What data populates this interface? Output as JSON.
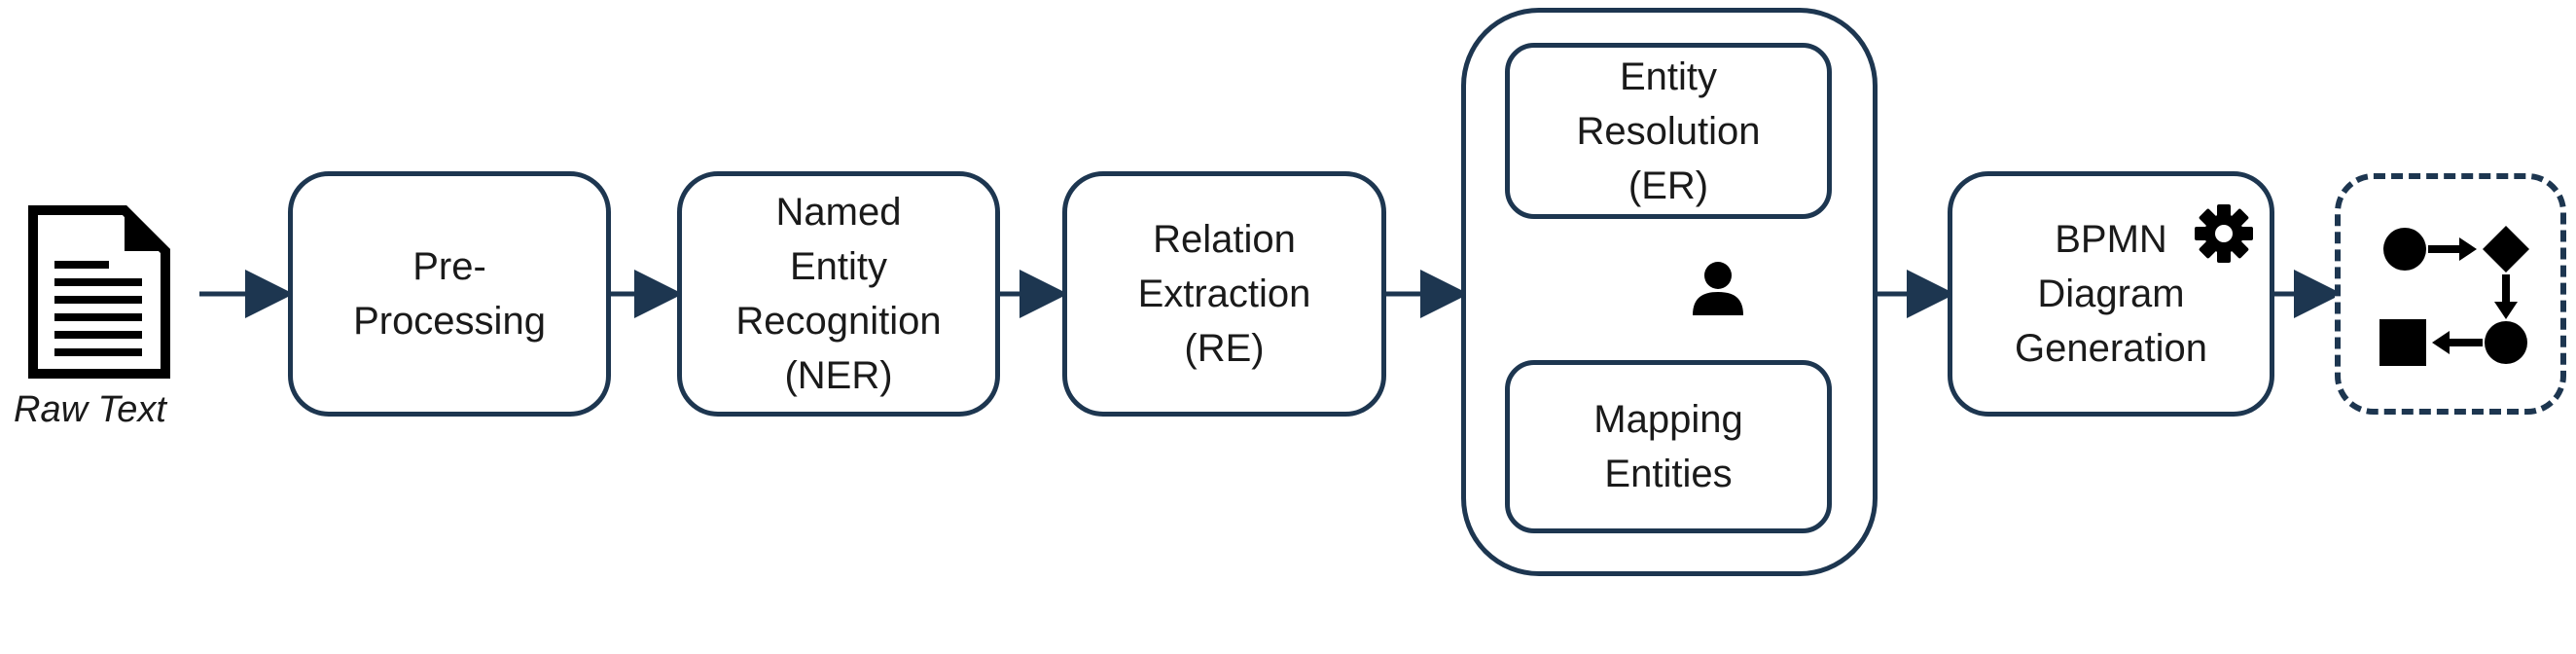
{
  "diagram": {
    "input": {
      "caption": "Raw Text",
      "icon": "document-icon"
    },
    "steps": [
      {
        "id": "preprocessing",
        "label": "Pre-\nProcessing"
      },
      {
        "id": "ner",
        "label": "Named\nEntity\nRecognition\n(NER)"
      },
      {
        "id": "re",
        "label": "Relation\nExtraction\n(RE)"
      }
    ],
    "group": {
      "top": {
        "id": "er",
        "label": "Entity\nResolution\n(ER)"
      },
      "bottom": {
        "id": "mapping",
        "label": "Mapping\nEntities"
      },
      "connector_icon": "person-icon"
    },
    "generation": {
      "id": "bpmn",
      "label": "BPMN\nDiagram\nGeneration",
      "icon": "gear-icon"
    },
    "output": {
      "icon": "bpmn-diagram-icon"
    },
    "colors": {
      "stroke": "#1d3650",
      "icon": "#000000",
      "text": "#1a1a1a"
    }
  }
}
